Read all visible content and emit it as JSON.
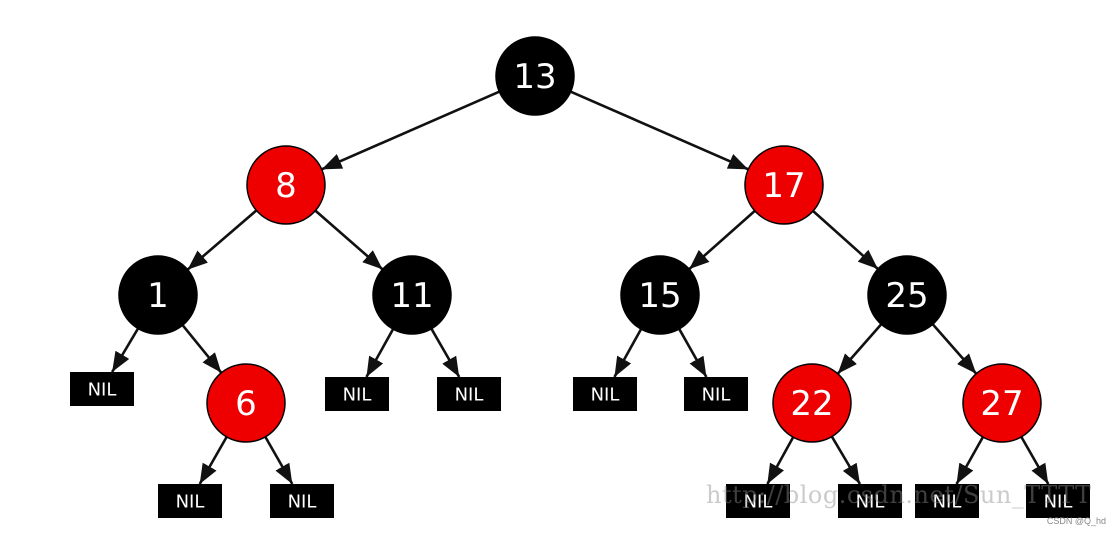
{
  "colors": {
    "red": "#ee0000",
    "black": "#000000",
    "edge": "#111111",
    "text": "#ffffff"
  },
  "nil_label": "NIL",
  "nodes": [
    {
      "id": "n13",
      "label": "13",
      "color": "black"
    },
    {
      "id": "n8",
      "label": "8",
      "color": "red"
    },
    {
      "id": "n17",
      "label": "17",
      "color": "red"
    },
    {
      "id": "n1",
      "label": "1",
      "color": "black"
    },
    {
      "id": "n11",
      "label": "11",
      "color": "black"
    },
    {
      "id": "n15",
      "label": "15",
      "color": "black"
    },
    {
      "id": "n25",
      "label": "25",
      "color": "black"
    },
    {
      "id": "n6",
      "label": "6",
      "color": "red"
    },
    {
      "id": "n22",
      "label": "22",
      "color": "red"
    },
    {
      "id": "n27",
      "label": "27",
      "color": "red"
    }
  ],
  "nils": [
    {
      "id": "nil1L",
      "parent": "n1"
    },
    {
      "id": "nil11L",
      "parent": "n11"
    },
    {
      "id": "nil11R",
      "parent": "n11"
    },
    {
      "id": "nil15L",
      "parent": "n15"
    },
    {
      "id": "nil15R",
      "parent": "n15"
    },
    {
      "id": "nil6L",
      "parent": "n6"
    },
    {
      "id": "nil6R",
      "parent": "n6"
    },
    {
      "id": "nil22L",
      "parent": "n22"
    },
    {
      "id": "nil22R",
      "parent": "n22"
    },
    {
      "id": "nil27L",
      "parent": "n27"
    },
    {
      "id": "nil27R",
      "parent": "n27"
    }
  ],
  "edges": [
    [
      "n13",
      "n8"
    ],
    [
      "n13",
      "n17"
    ],
    [
      "n8",
      "n1"
    ],
    [
      "n8",
      "n11"
    ],
    [
      "n17",
      "n15"
    ],
    [
      "n17",
      "n25"
    ],
    [
      "n1",
      "nil1L"
    ],
    [
      "n1",
      "n6"
    ],
    [
      "n11",
      "nil11L"
    ],
    [
      "n11",
      "nil11R"
    ],
    [
      "n15",
      "nil15L"
    ],
    [
      "n15",
      "nil15R"
    ],
    [
      "n25",
      "n22"
    ],
    [
      "n25",
      "n27"
    ],
    [
      "n6",
      "nil6L"
    ],
    [
      "n6",
      "nil6R"
    ],
    [
      "n22",
      "nil22L"
    ],
    [
      "n22",
      "nil22R"
    ],
    [
      "n27",
      "nil27L"
    ],
    [
      "n27",
      "nil27R"
    ]
  ],
  "watermark": "http://blog.csdn.net/Sun_TTTT",
  "credit": "CSDN @Q_hd"
}
